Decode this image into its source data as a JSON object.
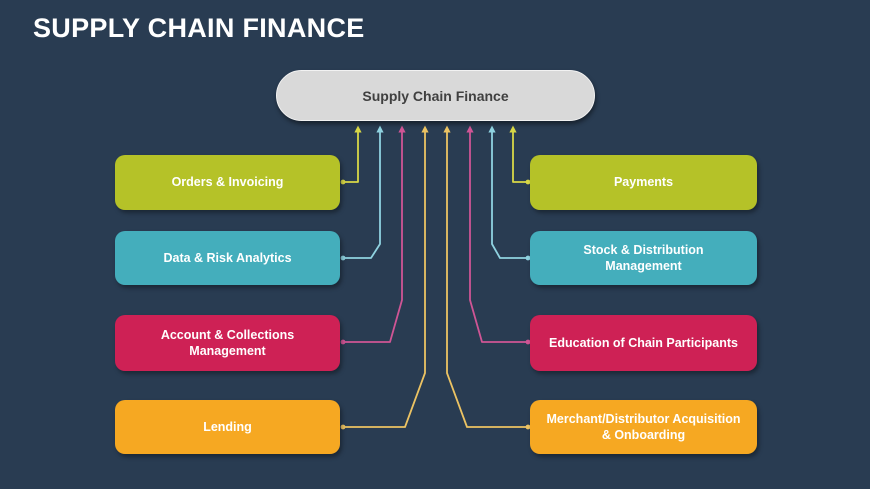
{
  "title": "SUPPLY CHAIN FINANCE",
  "center_node": {
    "label": "Supply Chain Finance"
  },
  "colors": {
    "background": "#293c52",
    "title_text": "#ffffff",
    "center_fill": "#d9d9d9",
    "center_text": "#404040"
  },
  "nodes": {
    "left": [
      {
        "label": "Orders & Invoicing",
        "color": "#b5c228",
        "line_color": "#d8d847"
      },
      {
        "label": "Data & Risk Analytics",
        "color": "#44aebc",
        "line_color": "#8fd2e0"
      },
      {
        "label": "Account & Collections Management",
        "color": "#ce2155",
        "line_color": "#cf5595"
      },
      {
        "label": "Lending",
        "color": "#f6a822",
        "line_color": "#ecc363"
      }
    ],
    "right": [
      {
        "label": "Payments",
        "color": "#b5c228",
        "line_color": "#d8d847"
      },
      {
        "label": "Stock & Distribution Management",
        "color": "#44aebc",
        "line_color": "#8fd2e0"
      },
      {
        "label": "Education of Chain Participants",
        "color": "#ce2155",
        "line_color": "#cf5595"
      },
      {
        "label": "Merchant/Distributor Acquisition & Onboarding",
        "color": "#f6a822",
        "line_color": "#ecc363"
      }
    ]
  }
}
